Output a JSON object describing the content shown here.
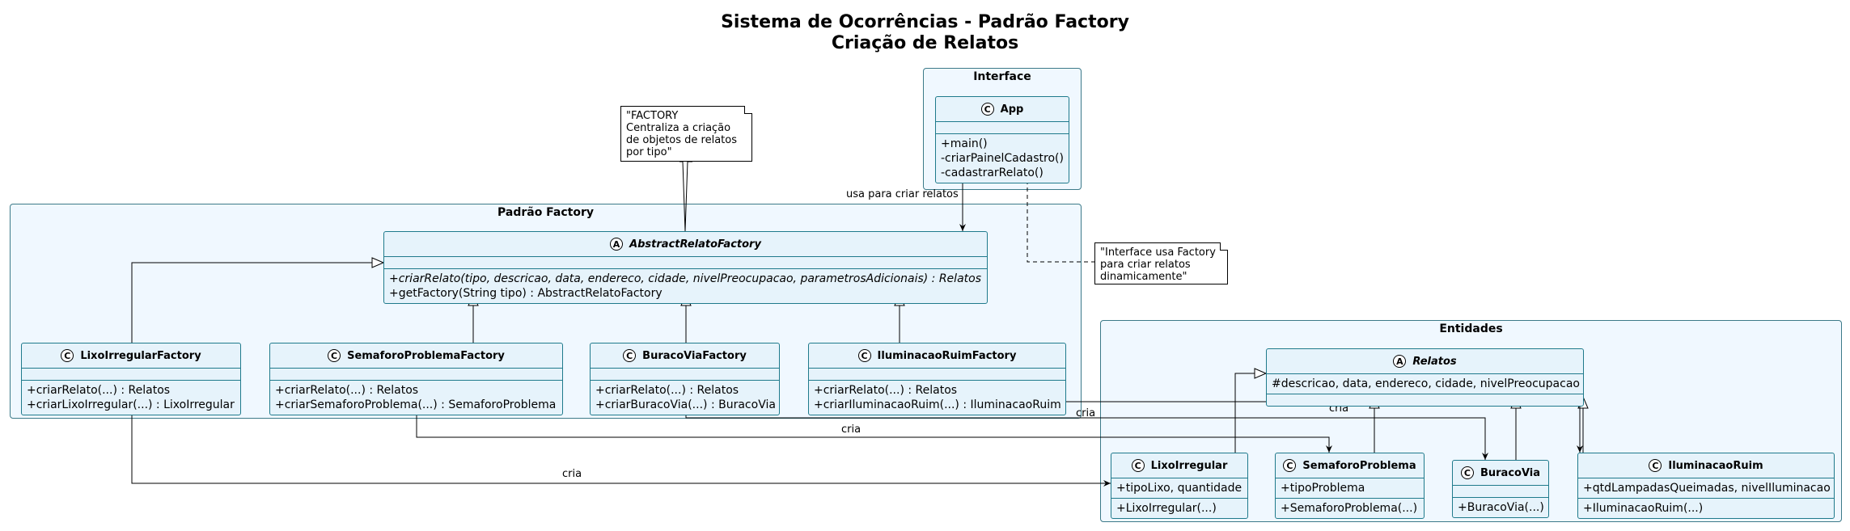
{
  "title": {
    "line1": "Sistema de Ocorrências - Padrão Factory",
    "line2": "Criação de Relatos"
  },
  "packages": {
    "interface": "Interface",
    "factory": "Padrão Factory",
    "entities": "Entidades"
  },
  "classes": {
    "app": {
      "badge": "C",
      "name": "App",
      "fields": [],
      "methods": [
        "+main()",
        "-criarPainelCadastro()",
        "-cadastrarRelato()"
      ]
    },
    "abstractFactory": {
      "badge": "A",
      "name": "AbstractRelatoFactory",
      "fields": [],
      "methods": [
        "+criarRelato(tipo, descricao, data, endereco, cidade, nivelPreocupacao, parametrosAdicionais) : Relatos",
        "+getFactory(String tipo) : AbstractRelatoFactory"
      ]
    },
    "lixoFactory": {
      "badge": "C",
      "name": "LixoIrregularFactory",
      "fields": [],
      "methods": [
        "+criarRelato(...) : Relatos",
        "+criarLixoIrregular(...) : LixoIrregular"
      ]
    },
    "semaforoFactory": {
      "badge": "C",
      "name": "SemaforoProblemaFactory",
      "fields": [],
      "methods": [
        "+criarRelato(...) : Relatos",
        "+criarSemaforoProblema(...) : SemaforoProblema"
      ]
    },
    "buracoFactory": {
      "badge": "C",
      "name": "BuracoViaFactory",
      "fields": [],
      "methods": [
        "+criarRelato(...) : Relatos",
        "+criarBuracoVia(...) : BuracoVia"
      ]
    },
    "iluminacaoFactory": {
      "badge": "C",
      "name": "IluminacaoRuimFactory",
      "fields": [],
      "methods": [
        "+criarRelato(...) : Relatos",
        "+criarIluminacaoRuim(...) : IluminacaoRuim"
      ]
    },
    "relatos": {
      "badge": "A",
      "name": "Relatos",
      "fields": [
        "#descricao, data, endereco, cidade, nivelPreocupacao"
      ],
      "methods": []
    },
    "lixo": {
      "badge": "C",
      "name": "LixoIrregular",
      "fields": [
        "+tipoLixo, quantidade"
      ],
      "methods": [
        "+LixoIrregular(...)"
      ]
    },
    "semaforo": {
      "badge": "C",
      "name": "SemaforoProblema",
      "fields": [
        "+tipoProblema"
      ],
      "methods": [
        "+SemaforoProblema(...)"
      ]
    },
    "buraco": {
      "badge": "C",
      "name": "BuracoVia",
      "fields": [],
      "methods": [
        "+BuracoVia(...)"
      ]
    },
    "iluminacao": {
      "badge": "C",
      "name": "IluminacaoRuim",
      "fields": [
        "+qtdLampadasQueimadas, nivelIluminacao"
      ],
      "methods": [
        "+IluminacaoRuim(...)"
      ]
    }
  },
  "notes": {
    "factory": "\"FACTORY\nCentraliza a criação\nde objetos de relatos\npor tipo\"",
    "interface": "\"Interface usa Factory\npara criar relatos\ndinamicamente\""
  },
  "edge_labels": {
    "usa": "usa para criar relatos",
    "cria1": "cria",
    "cria2": "cria",
    "cria3": "cria",
    "cria4": "cria"
  }
}
